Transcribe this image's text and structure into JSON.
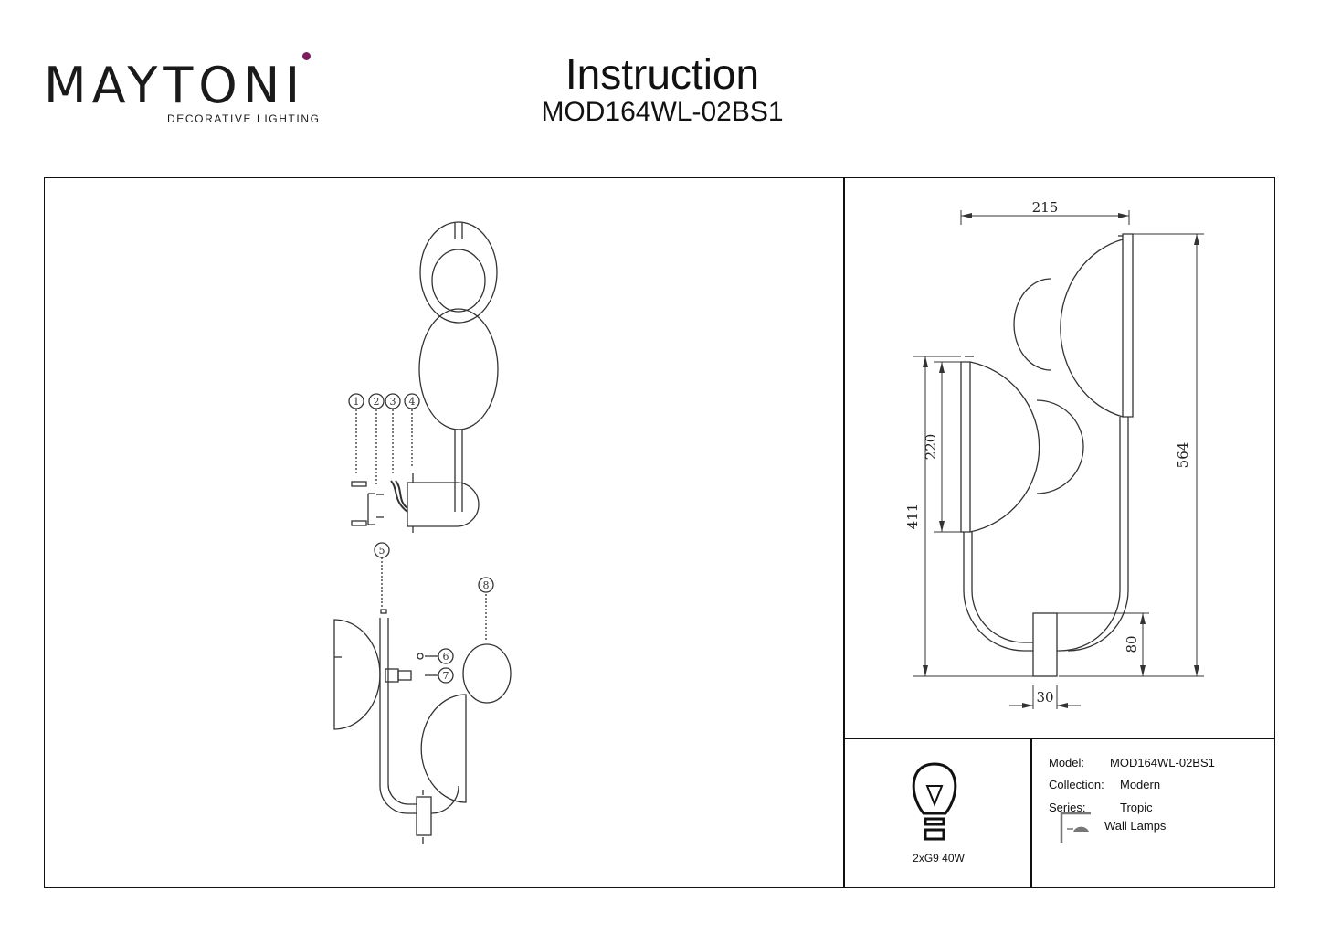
{
  "brand": {
    "name": "MAYTONI",
    "tagline": "DECORATIVE LIGHTING"
  },
  "header": {
    "title": "Instruction",
    "model": "MOD164WL-02BS1"
  },
  "exploded_view": {
    "callouts": [
      "1",
      "2",
      "3",
      "4",
      "5",
      "6",
      "7",
      "8"
    ]
  },
  "dimensions": {
    "width": "215",
    "total_height": "564",
    "lower_height": "411",
    "shade_height": "220",
    "base_height": "80",
    "base_width": "30"
  },
  "spec": {
    "bulb_icon": "light-bulb-icon",
    "lamp": "2xG9 40W"
  },
  "info": {
    "model_label": "Model:",
    "model_value": "MOD164WL-02BS1",
    "collection_label": "Collection:",
    "collection_value": "Modern",
    "series_label": "Series:",
    "series_value": "Tropic",
    "type_icon": "wall-lamp-icon",
    "type_value": "Wall Lamps"
  }
}
